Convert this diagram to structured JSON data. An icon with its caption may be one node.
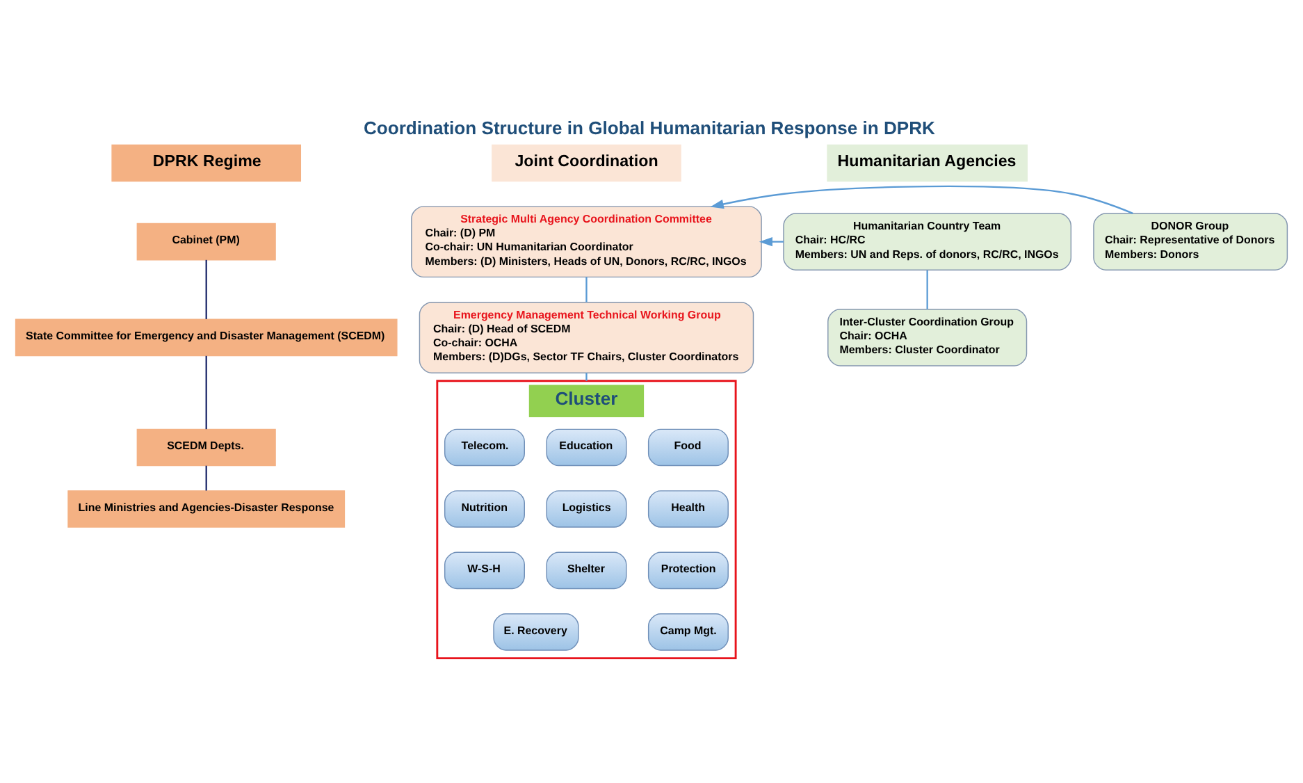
{
  "diagram": {
    "title": "Coordination Structure in Global Humanitarian Response in DPRK",
    "nodes": [
      {
        "text": [
          "DPRK Regime"
        ]
      },
      {
        "text": [
          "Joint Coordination"
        ]
      },
      {
        "text": [
          "Humanitarian Agencies"
        ]
      },
      {
        "text": [
          "Cabinet (PM)"
        ]
      },
      {
        "text": [
          "State Committee for Emergency and Disaster Management (SCEDM)"
        ]
      },
      {
        "text": [
          "SCEDM Depts."
        ]
      },
      {
        "text": [
          "Line Ministries and Agencies-Disaster Response"
        ]
      },
      {
        "text": [
          "Strategic Multi Agency Coordination Committee",
          "Chair: (D) PM",
          "Co-chair: UN Humanitarian Coordinator",
          "Members: (D) Ministers, Heads of UN, Donors, RC/RC, INGOs"
        ]
      },
      {
        "text": [
          "Emergency Management Technical Working Group",
          "Chair: (D) Head of SCEDM",
          "Co-chair: OCHA",
          "Members: (D)DGs, Sector TF Chairs, Cluster Coordinators"
        ]
      },
      {
        "text": [
          "Humanitarian Country Team",
          "Chair: HC/RC",
          "Members: UN and Reps. of donors, RC/RC, INGOs"
        ]
      },
      {
        "text": [
          "DONOR Group",
          "Chair: Representative of Donors",
          "Members: Donors"
        ]
      },
      {
        "text": [
          "Inter-Cluster Coordination Group",
          "Chair: OCHA",
          "Members: Cluster Coordinator"
        ]
      },
      {
        "text": [
          "Cluster"
        ]
      },
      {
        "text": [
          "Food"
        ],
        "in": 12
      },
      {
        "text": [
          "Education"
        ],
        "in": 12
      },
      {
        "text": [
          "Telecom."
        ],
        "in": 12
      },
      {
        "text": [
          "Health"
        ],
        "in": 12
      },
      {
        "text": [
          "Logistics"
        ],
        "in": 12
      },
      {
        "text": [
          "Nutrition"
        ],
        "in": 12
      },
      {
        "text": [
          "Protection"
        ],
        "in": 12
      },
      {
        "text": [
          "Shelter"
        ],
        "in": 12
      },
      {
        "text": [
          "W-S-H"
        ],
        "in": 12
      },
      {
        "text": [
          "Camp Mgt."
        ],
        "in": 12
      },
      {
        "text": [
          "E. Recovery"
        ],
        "in": 12
      }
    ],
    "edges": [
      {
        "from": 3,
        "to": 4,
        "arrow": "none",
        "color": "#1f2a6b"
      },
      {
        "from": 4,
        "to": 5,
        "arrow": "none",
        "color": "#1f2a6b"
      },
      {
        "from": 5,
        "to": 6,
        "arrow": "none",
        "color": "#1f2a6b"
      },
      {
        "from": 7,
        "to": 8,
        "arrow": "none"
      },
      {
        "from": 8,
        "to": 12,
        "arrow": "none"
      },
      {
        "from": 9,
        "to": 7,
        "arrow": "to"
      },
      {
        "from": 10,
        "to": 7,
        "arrow": "to"
      },
      {
        "from": 9,
        "to": 11,
        "arrow": "none"
      }
    ]
  }
}
